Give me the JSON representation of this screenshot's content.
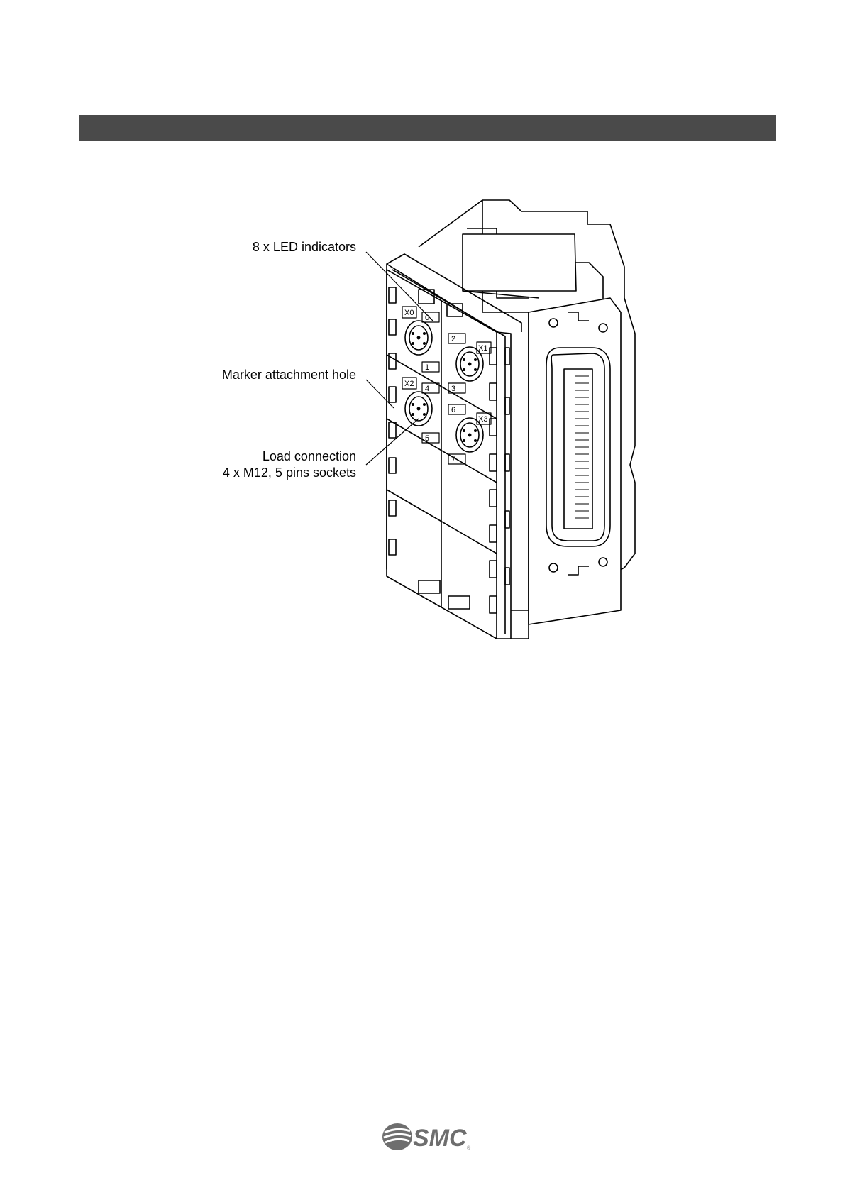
{
  "page": {
    "header_bar_color": "#4a4a4a"
  },
  "figure": {
    "callouts": {
      "led": "8 x LED indicators",
      "marker": "Marker attachment hole",
      "load_line1": "Load connection",
      "load_line2": "4 x M12, 5 pins sockets"
    },
    "connector_labels": [
      "X0",
      "X1",
      "X2",
      "X3"
    ],
    "led_labels": [
      "0",
      "1",
      "2",
      "3",
      "4",
      "5",
      "6",
      "7"
    ]
  },
  "footer": {
    "logo_text": "SMC",
    "logo_mark": "®"
  }
}
